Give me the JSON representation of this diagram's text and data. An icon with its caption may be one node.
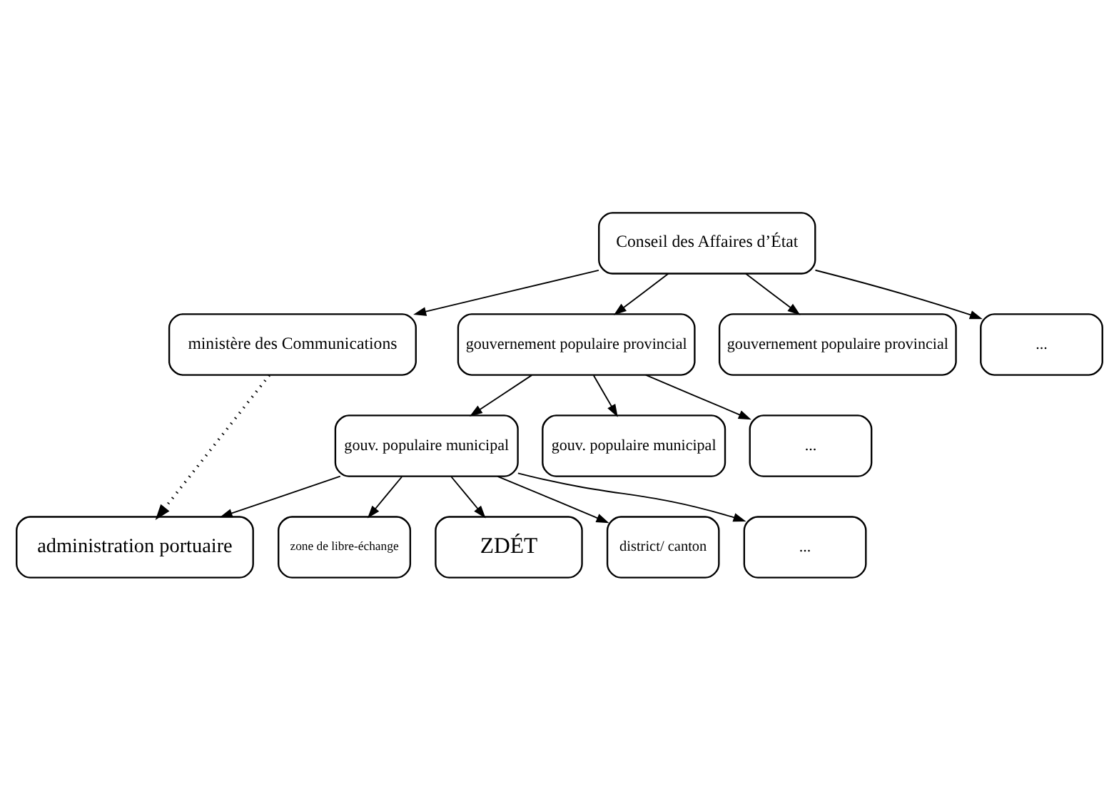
{
  "diagram": {
    "nodes": [
      {
        "text": [
          "Conseil des Affaires d’État"
        ]
      },
      {
        "text": [
          "ministère des Communications"
        ]
      },
      {
        "text": [
          "gouvernement populaire provincial"
        ]
      },
      {
        "text": [
          "gouvernement populaire provincial"
        ]
      },
      {
        "text": [
          "..."
        ]
      },
      {
        "text": [
          "gouv. populaire municipal"
        ]
      },
      {
        "text": [
          "gouv. populaire municipal"
        ]
      },
      {
        "text": [
          "..."
        ]
      },
      {
        "text": [
          "administration portuaire"
        ]
      },
      {
        "text": [
          "zone de libre-échange"
        ]
      },
      {
        "text": [
          "ZDÉT"
        ]
      },
      {
        "text": [
          "district/ canton"
        ]
      },
      {
        "text": [
          "..."
        ]
      }
    ],
    "edges": [
      {
        "from": 0,
        "to": 1,
        "arrow": "to"
      },
      {
        "from": 0,
        "to": 2,
        "arrow": "to"
      },
      {
        "from": 0,
        "to": 3,
        "arrow": "to"
      },
      {
        "from": 0,
        "to": 4,
        "arrow": "to"
      },
      {
        "from": 2,
        "to": 5,
        "arrow": "to"
      },
      {
        "from": 2,
        "to": 6,
        "arrow": "to"
      },
      {
        "from": 2,
        "to": 7,
        "arrow": "to"
      },
      {
        "from": 1,
        "to": 8,
        "arrow": "to",
        "style": "dashed"
      },
      {
        "from": 5,
        "to": 8,
        "arrow": "to"
      },
      {
        "from": 5,
        "to": 9,
        "arrow": "to"
      },
      {
        "from": 5,
        "to": 10,
        "arrow": "to"
      },
      {
        "from": 5,
        "to": 11,
        "arrow": "to"
      },
      {
        "from": 5,
        "to": 12,
        "arrow": "to"
      }
    ]
  }
}
